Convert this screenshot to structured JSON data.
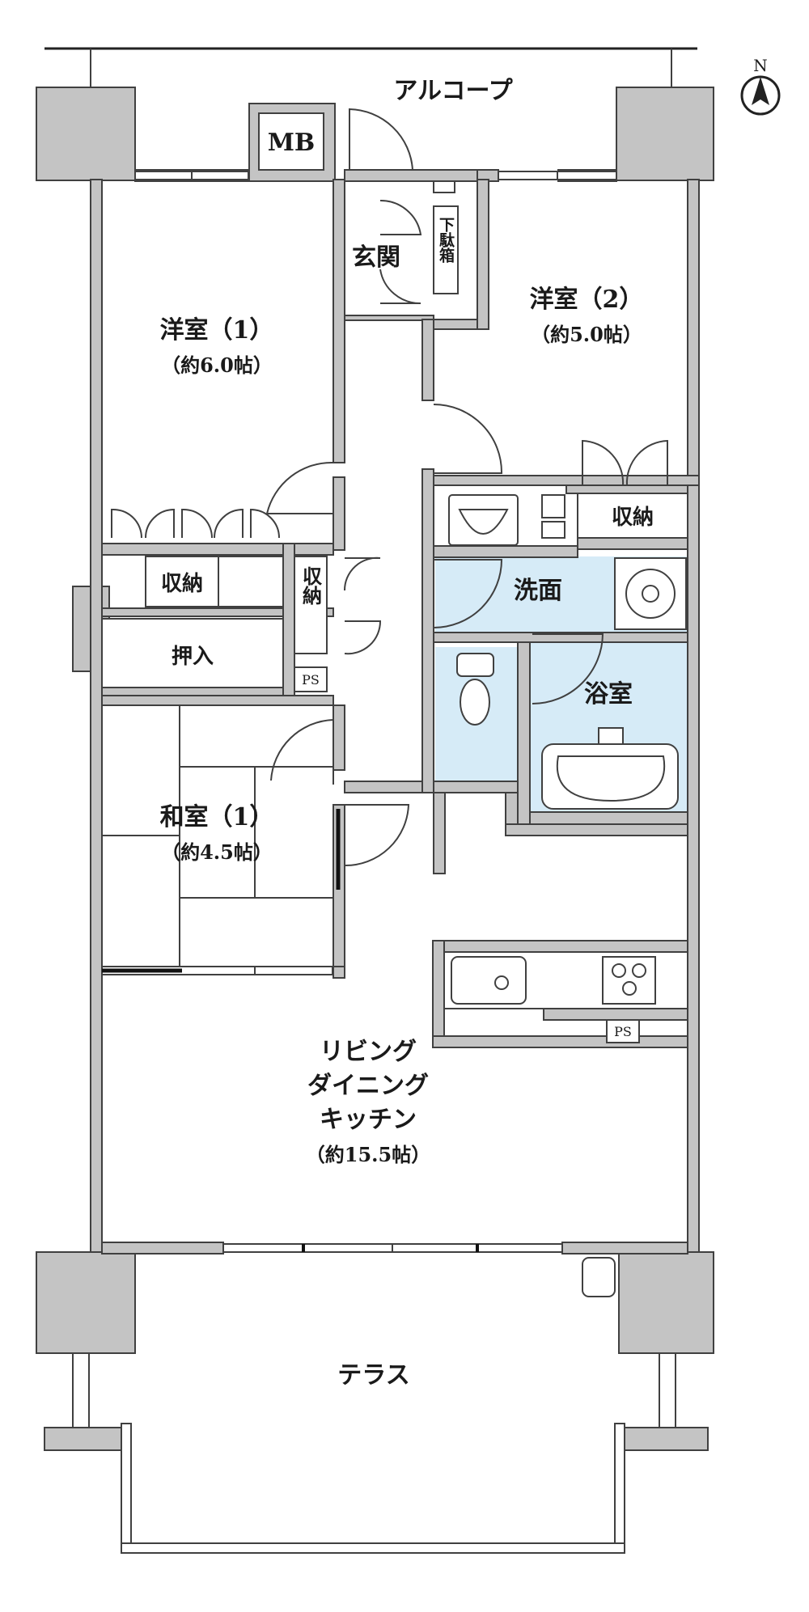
{
  "compass": {
    "label": "N"
  },
  "rooms": {
    "alcove": "アルコープ",
    "mb": "MB",
    "entrance": "玄関",
    "shoe_box": "下駄箱",
    "western_room_1": {
      "name": "洋室（1）",
      "area": "（約6.0帖）"
    },
    "western_room_2": {
      "name": "洋室（2）",
      "area": "（約5.0帖）"
    },
    "storage_1": "収納",
    "storage_2": "収納",
    "storage_3": "収納",
    "closet": "押入",
    "ps_1": "PS",
    "ps_2": "PS",
    "washroom": "洗面",
    "bathroom": "浴室",
    "japanese_room_1": {
      "name": "和室（1）",
      "area": "（約4.5帖）"
    },
    "ldk": {
      "line1": "リビング",
      "line2": "ダイニング",
      "line3": "キッチン",
      "area": "（約15.5帖）"
    },
    "terrace": "テラス"
  },
  "colors": {
    "wall": "#c4c4c4",
    "wet_area": "#d6ebf7",
    "line": "#404040"
  }
}
